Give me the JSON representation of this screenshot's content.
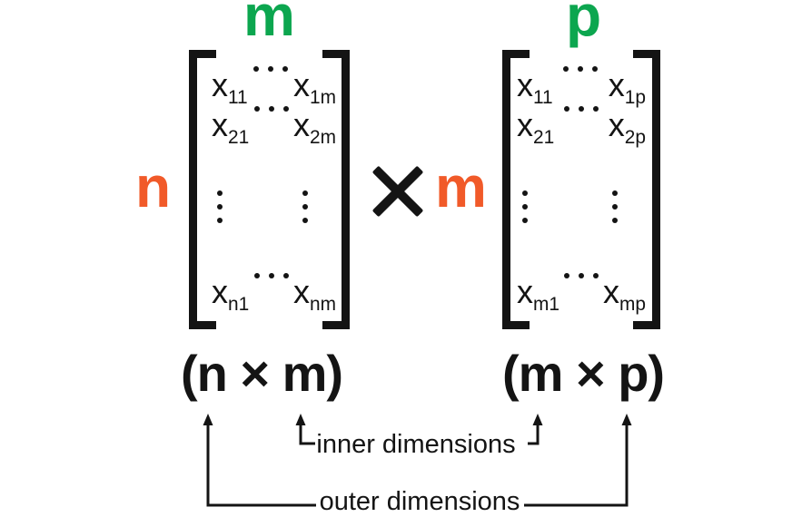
{
  "colors": {
    "green": "#0ca64f",
    "orange": "#f15a29",
    "ink": "#141414",
    "background": "#ffffff"
  },
  "left_matrix": {
    "col_label": "m",
    "row_label": "n",
    "rows": [
      {
        "cells": [
          {
            "base": "x",
            "sub": "11"
          },
          {
            "base": "x",
            "sub": "1m"
          }
        ]
      },
      {
        "cells": [
          {
            "base": "x",
            "sub": "21"
          },
          {
            "base": "x",
            "sub": "2m"
          }
        ]
      },
      {
        "cells": [
          {
            "base": "x",
            "sub": "n1"
          },
          {
            "base": "x",
            "sub": "nm"
          }
        ]
      }
    ]
  },
  "operator": "×",
  "right_matrix": {
    "col_label": "p",
    "row_label": "m",
    "rows": [
      {
        "cells": [
          {
            "base": "x",
            "sub": "11"
          },
          {
            "base": "x",
            "sub": "1p"
          }
        ]
      },
      {
        "cells": [
          {
            "base": "x",
            "sub": "21"
          },
          {
            "base": "x",
            "sub": "2p"
          }
        ]
      },
      {
        "cells": [
          {
            "base": "x",
            "sub": "m1"
          },
          {
            "base": "x",
            "sub": "mp"
          }
        ]
      }
    ]
  },
  "dimension_labels": {
    "left": "(n × m)",
    "right": "(m × p)"
  },
  "annotations": {
    "inner": "inner dimensions",
    "outer": "outer dimensions"
  },
  "icons": {
    "horizontal_ellipsis": "⋯",
    "vertical_ellipsis": "⋮",
    "multiplication_sign": "×",
    "arrow_up": "↑"
  }
}
